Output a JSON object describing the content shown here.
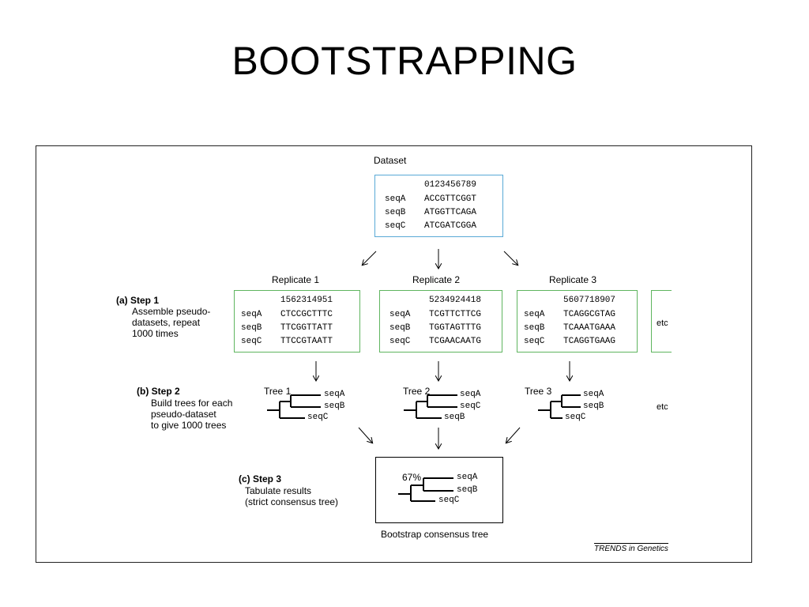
{
  "slide": {
    "title": "BOOTSTRAPPING"
  },
  "dataset": {
    "label": "Dataset",
    "positions": "0123456789",
    "rows": [
      {
        "name": "seqA",
        "seq": "ACCGTTCGGT"
      },
      {
        "name": "seqB",
        "seq": "ATGGTTCAGA"
      },
      {
        "name": "seqC",
        "seq": "ATCGATCGGA"
      }
    ]
  },
  "replicates": [
    {
      "label": "Replicate 1",
      "positions": "1562314951",
      "rows": [
        {
          "name": "seqA",
          "seq": "CTCCGCTTTC"
        },
        {
          "name": "seqB",
          "seq": "TTCGGTTATT"
        },
        {
          "name": "seqC",
          "seq": "TTCCGTAATT"
        }
      ]
    },
    {
      "label": "Replicate 2",
      "positions": "5234924418",
      "rows": [
        {
          "name": "seqA",
          "seq": "TCGTTCTTCG"
        },
        {
          "name": "seqB",
          "seq": "TGGTAGTTTG"
        },
        {
          "name": "seqC",
          "seq": "TCGAACAATG"
        }
      ]
    },
    {
      "label": "Replicate 3",
      "positions": "5607718907",
      "rows": [
        {
          "name": "seqA",
          "seq": "TCAGGCGTAG"
        },
        {
          "name": "seqB",
          "seq": "TCAAATGAAA"
        },
        {
          "name": "seqC",
          "seq": "TCAGGTGAAG"
        }
      ]
    }
  ],
  "etc_label": "etc",
  "steps": [
    {
      "head": "(a) Step 1",
      "lines": [
        "Assemble pseudo-",
        "datasets, repeat",
        "1000 times"
      ]
    },
    {
      "head": "(b) Step 2",
      "lines": [
        "Build trees for each",
        "pseudo-dataset",
        "to give 1000 trees"
      ]
    },
    {
      "head": "(c) Step 3",
      "lines": [
        "Tabulate results",
        "(strict consensus tree)"
      ]
    }
  ],
  "trees": [
    {
      "label": "Tree 1",
      "leaves": [
        "seqA",
        "seqB",
        "seqC"
      ]
    },
    {
      "label": "Tree 2",
      "leaves": [
        "seqA",
        "seqC",
        "seqB"
      ]
    },
    {
      "label": "Tree 3",
      "leaves": [
        "seqA",
        "seqB",
        "seqC"
      ]
    }
  ],
  "consensus": {
    "support": "67%",
    "leaves": [
      "seqA",
      "seqB",
      "seqC"
    ],
    "caption": "Bootstrap consensus tree"
  },
  "credit": "TRENDS in Genetics"
}
